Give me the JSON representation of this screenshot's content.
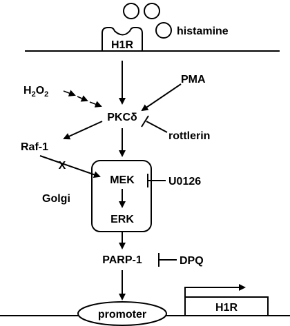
{
  "labels": {
    "histamine": "histamine",
    "h1r_receptor": "H1R",
    "h2o2_main": "H",
    "h2o2_sub1": "2",
    "h2o2_mid": "O",
    "h2o2_sub2": "2",
    "pkc_delta": "PKCδ",
    "pma": "PMA",
    "rottlerin": "rottlerin",
    "raf1": "Raf-1",
    "raf1_block_mark": "X",
    "mek": "MEK",
    "u0126": "U0126",
    "golgi": "Golgi",
    "erk": "ERK",
    "parp1": "PARP-1",
    "dpq": "DPQ",
    "promoter": "promoter",
    "h1r_gene": "H1R"
  },
  "colors": {
    "ink": "#000000",
    "background": "#ffffff"
  }
}
